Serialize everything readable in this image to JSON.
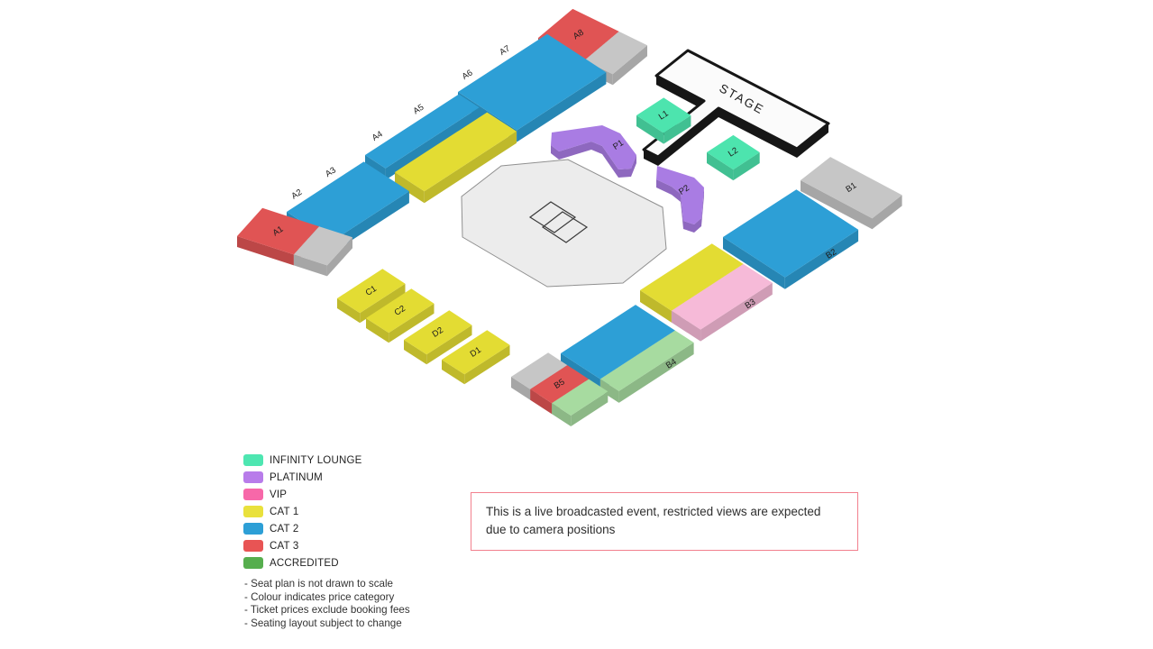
{
  "page": {
    "bg": "#FFFFFF"
  },
  "map": {
    "stage_label": "STAGE",
    "floor_color": "#ECECEC",
    "stage_fill": "#FBFBFB",
    "stage_edge": "#161616",
    "label_color": "#1D1D1D",
    "sections": [
      {
        "id": "A8",
        "labels": [
          "A8"
        ],
        "parts": [
          {
            "color": "#E05454",
            "frac": 0.62
          },
          {
            "color": "#C6C6C6",
            "frac": 0.38
          }
        ]
      },
      {
        "id": "A6A7",
        "labels": [
          "A6",
          "A7"
        ],
        "parts": [
          {
            "color": "#2D9FD6",
            "frac": 1
          }
        ]
      },
      {
        "id": "A4A5",
        "labels": [
          "A4",
          "A5"
        ],
        "parts": [
          {
            "color": "#2D9FD6",
            "frac": 1
          }
        ]
      },
      {
        "id": "A4A5-CAT1",
        "labels": [],
        "parts": [
          {
            "color": "#E3DC33",
            "frac": 1
          }
        ]
      },
      {
        "id": "A2A3",
        "labels": [
          "A2",
          "A3"
        ],
        "parts": [
          {
            "color": "#2D9FD6",
            "frac": 1
          }
        ]
      },
      {
        "id": "A1",
        "labels": [
          "A1"
        ],
        "parts": [
          {
            "color": "#E05454",
            "frac": 0.63
          },
          {
            "color": "#C6C6C6",
            "frac": 0.37
          }
        ]
      },
      {
        "id": "B1",
        "labels": [
          "B1"
        ],
        "parts": [
          {
            "color": "#C6C6C6",
            "frac": 1
          }
        ]
      },
      {
        "id": "B2",
        "labels": [
          "B2"
        ],
        "parts": [
          {
            "color": "#2D9FD6",
            "frac": 1
          }
        ]
      },
      {
        "id": "B3",
        "labels": [
          "B3"
        ],
        "parts": [
          {
            "color": "#E3DC33",
            "frac": 0.52
          },
          {
            "color": "#F6BAD8",
            "frac": 0.48
          }
        ]
      },
      {
        "id": "B4",
        "labels": [
          "B4"
        ],
        "parts": [
          {
            "color": "#2D9FD6",
            "frac": 0.68
          },
          {
            "color": "#A7DBA0",
            "frac": 0.32
          }
        ]
      },
      {
        "id": "B5",
        "labels": [
          "B5"
        ],
        "parts": [
          {
            "color": "#C6C6C6",
            "frac": 0.32
          },
          {
            "color": "#E05454",
            "frac": 0.36
          },
          {
            "color": "#A7DBA0",
            "frac": 0.32
          }
        ]
      },
      {
        "id": "C1",
        "labels": [
          "C1"
        ],
        "parts": [
          {
            "color": "#E3DC33",
            "frac": 1
          }
        ]
      },
      {
        "id": "C2",
        "labels": [
          "C2"
        ],
        "parts": [
          {
            "color": "#E3DC33",
            "frac": 1
          }
        ]
      },
      {
        "id": "D2",
        "labels": [
          "D2"
        ],
        "parts": [
          {
            "color": "#E3DC33",
            "frac": 1
          }
        ]
      },
      {
        "id": "D1",
        "labels": [
          "D1"
        ],
        "parts": [
          {
            "color": "#E3DC33",
            "frac": 1
          }
        ]
      },
      {
        "id": "L1",
        "labels": [
          "L1"
        ],
        "parts": [
          {
            "color": "#4DE4AE",
            "frac": 1
          }
        ]
      },
      {
        "id": "L2",
        "labels": [
          "L2"
        ],
        "parts": [
          {
            "color": "#4DE4AE",
            "frac": 1
          }
        ]
      },
      {
        "id": "P1",
        "labels": [
          "P1"
        ],
        "parts": [
          {
            "color": "#A97CE3",
            "frac": 1
          }
        ]
      },
      {
        "id": "P2",
        "labels": [
          "P2"
        ],
        "parts": [
          {
            "color": "#A97CE3",
            "frac": 1
          }
        ]
      }
    ]
  },
  "legend": {
    "items": [
      {
        "label": "INFINITY LOUNGE",
        "color": "#4EE6B1"
      },
      {
        "label": "PLATINUM",
        "color": "#B87CEA"
      },
      {
        "label": "VIP",
        "color": "#F768A9"
      },
      {
        "label": "CAT 1",
        "color": "#E9E13C"
      },
      {
        "label": "CAT 2",
        "color": "#2D9FD6"
      },
      {
        "label": "CAT 3",
        "color": "#E85454"
      },
      {
        "label": "ACCREDITED",
        "color": "#56AE4E"
      }
    ]
  },
  "notes": {
    "lines": [
      "- Seat plan is not drawn to scale",
      "- Colour indicates price category",
      "- Ticket prices exclude booking fees",
      "- Seating layout subject to change"
    ]
  },
  "notice": {
    "text": "This is a live broadcasted event, restricted views are expected due to camera positions",
    "border_color": "#F2808E"
  }
}
